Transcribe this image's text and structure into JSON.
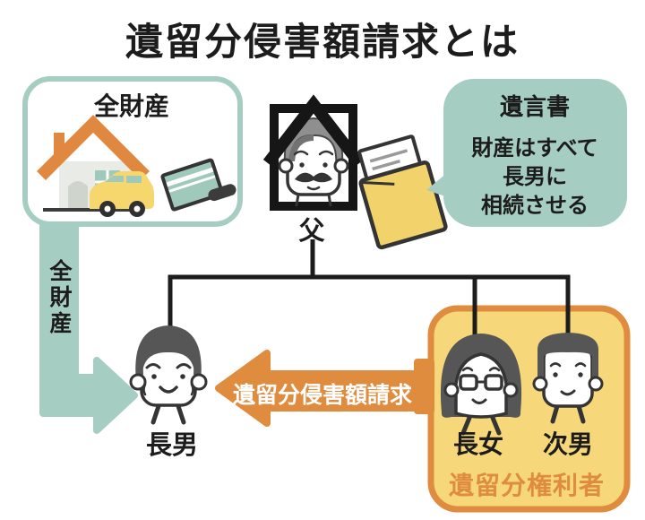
{
  "title": "遺留分侵害額請求とは",
  "assets_box": {
    "label": "全財産",
    "icons": [
      "house-icon",
      "car-icon",
      "bankbook-icon"
    ]
  },
  "flow_arrow": {
    "label": "全財産",
    "direction": "down-then-right"
  },
  "father": {
    "label": "父",
    "icon": "memorial-portrait-icon"
  },
  "will": {
    "title": "遺言書",
    "lines": [
      "財産はすべて",
      "長男に",
      "相続させる"
    ],
    "icon": "envelope-icon"
  },
  "claim_arrow": {
    "label": "遺留分侵害額請求",
    "direction": "left"
  },
  "heirs": {
    "eldest_son": {
      "label": "長男"
    },
    "eldest_daughter": {
      "label": "長女"
    },
    "second_son": {
      "label": "次男"
    }
  },
  "rights_box": {
    "label": "遺留分権利者"
  },
  "colors": {
    "teal": "#a6cdc1",
    "orange": "#df8c3f",
    "box_yellow": "#f6d87b",
    "envelope_yellow": "#f1d26b",
    "ink": "#1c1c1c",
    "hair_gray": "#565656",
    "father_hair": "#8f8f8f",
    "roof_orange": "#e0883f",
    "car_yellow": "#f5d76e",
    "window_teal": "#9fc9bb"
  }
}
